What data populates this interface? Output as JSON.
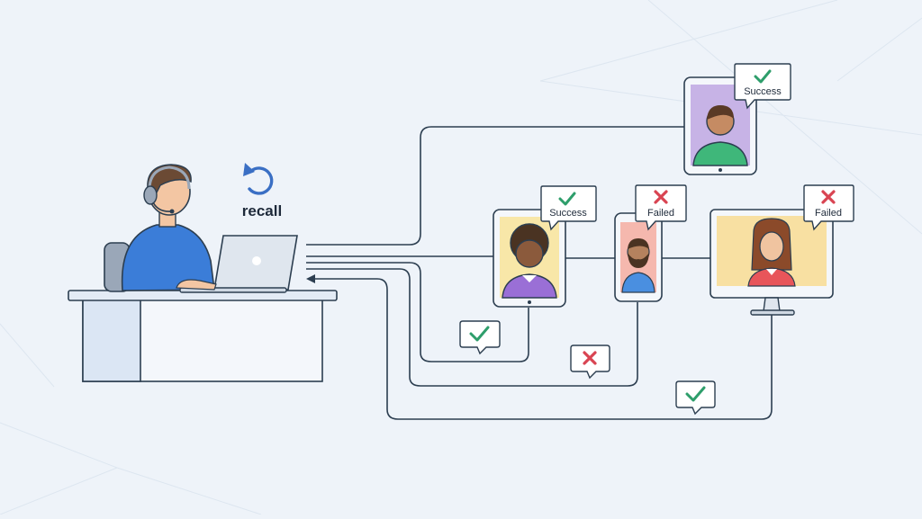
{
  "recall": {
    "label": "recall",
    "icon": "undo-arrow-icon"
  },
  "agent": {
    "icon": "headset-agent-icon",
    "device": "laptop-icon"
  },
  "recipients": [
    {
      "device": "tablet",
      "status": "Success",
      "status_icon": "check-icon"
    },
    {
      "device": "tablet",
      "status": "Success",
      "status_icon": "check-icon"
    },
    {
      "device": "phone",
      "status": "Failed",
      "status_icon": "cross-icon"
    },
    {
      "device": "monitor",
      "status": "Failed",
      "status_icon": "cross-icon"
    }
  ],
  "return_badges": [
    {
      "status_icon": "check-icon"
    },
    {
      "status_icon": "cross-icon"
    },
    {
      "status_icon": "check-icon"
    }
  ],
  "colors": {
    "background": "#eef3f9",
    "line": "#2c3e50",
    "success": "#2e9e6b",
    "failed": "#d94452",
    "agent_shirt": "#3b7dd8",
    "recall_icon": "#3a6fc4"
  }
}
